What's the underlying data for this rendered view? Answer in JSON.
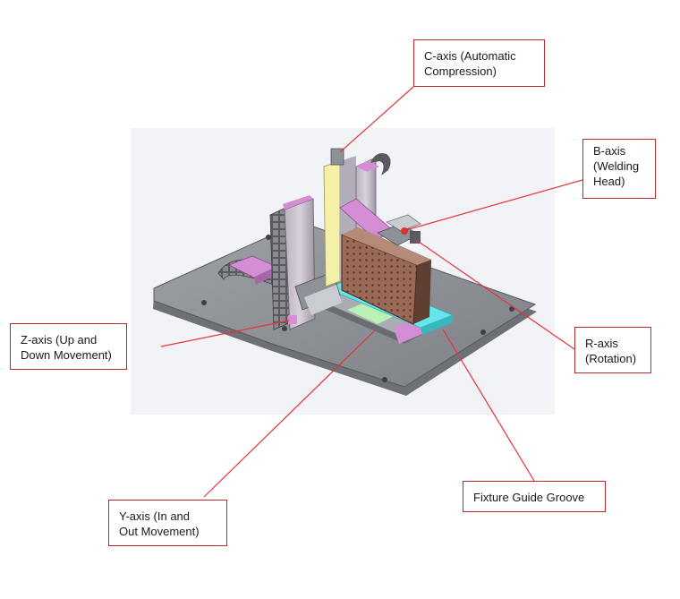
{
  "diagram": {
    "callouts": {
      "c_axis": "C-axis (Automatic\nCompression)",
      "b_axis": "B-axis\n(Welding\nHead)",
      "z_axis": "Z-axis (Up and\nDown Movement)",
      "r_axis": "R-axis\n(Rotation)",
      "guide_groove": "Fixture Guide Groove",
      "y_axis": "Y-axis (In and\nOut Movement)"
    },
    "colors": {
      "callout_border": "#c0272d",
      "leader_line": "#e5333a",
      "base_plate": "#8c8f95",
      "magenta_part": "#d58ed6",
      "cyan_rail": "#64e6ec",
      "yellow_column": "#f4f0a8",
      "copper_plate": "#9a6a56"
    }
  }
}
